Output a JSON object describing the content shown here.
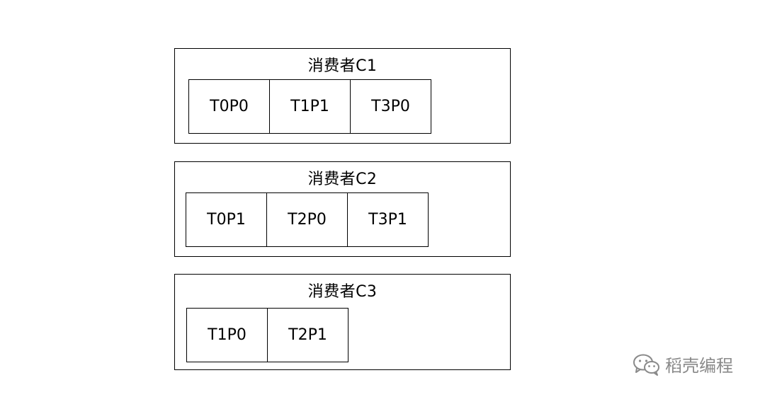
{
  "consumers": [
    {
      "title": "消费者C1",
      "partitions": [
        "T0P0",
        "T1P1",
        "T3P0"
      ]
    },
    {
      "title": "消费者C2",
      "partitions": [
        "T0P1",
        "T2P0",
        "T3P1"
      ]
    },
    {
      "title": "消费者C3",
      "partitions": [
        "T1P0",
        "T2P1"
      ]
    }
  ],
  "watermark": {
    "icon": "wechat-icon",
    "text": "稻壳编程"
  }
}
